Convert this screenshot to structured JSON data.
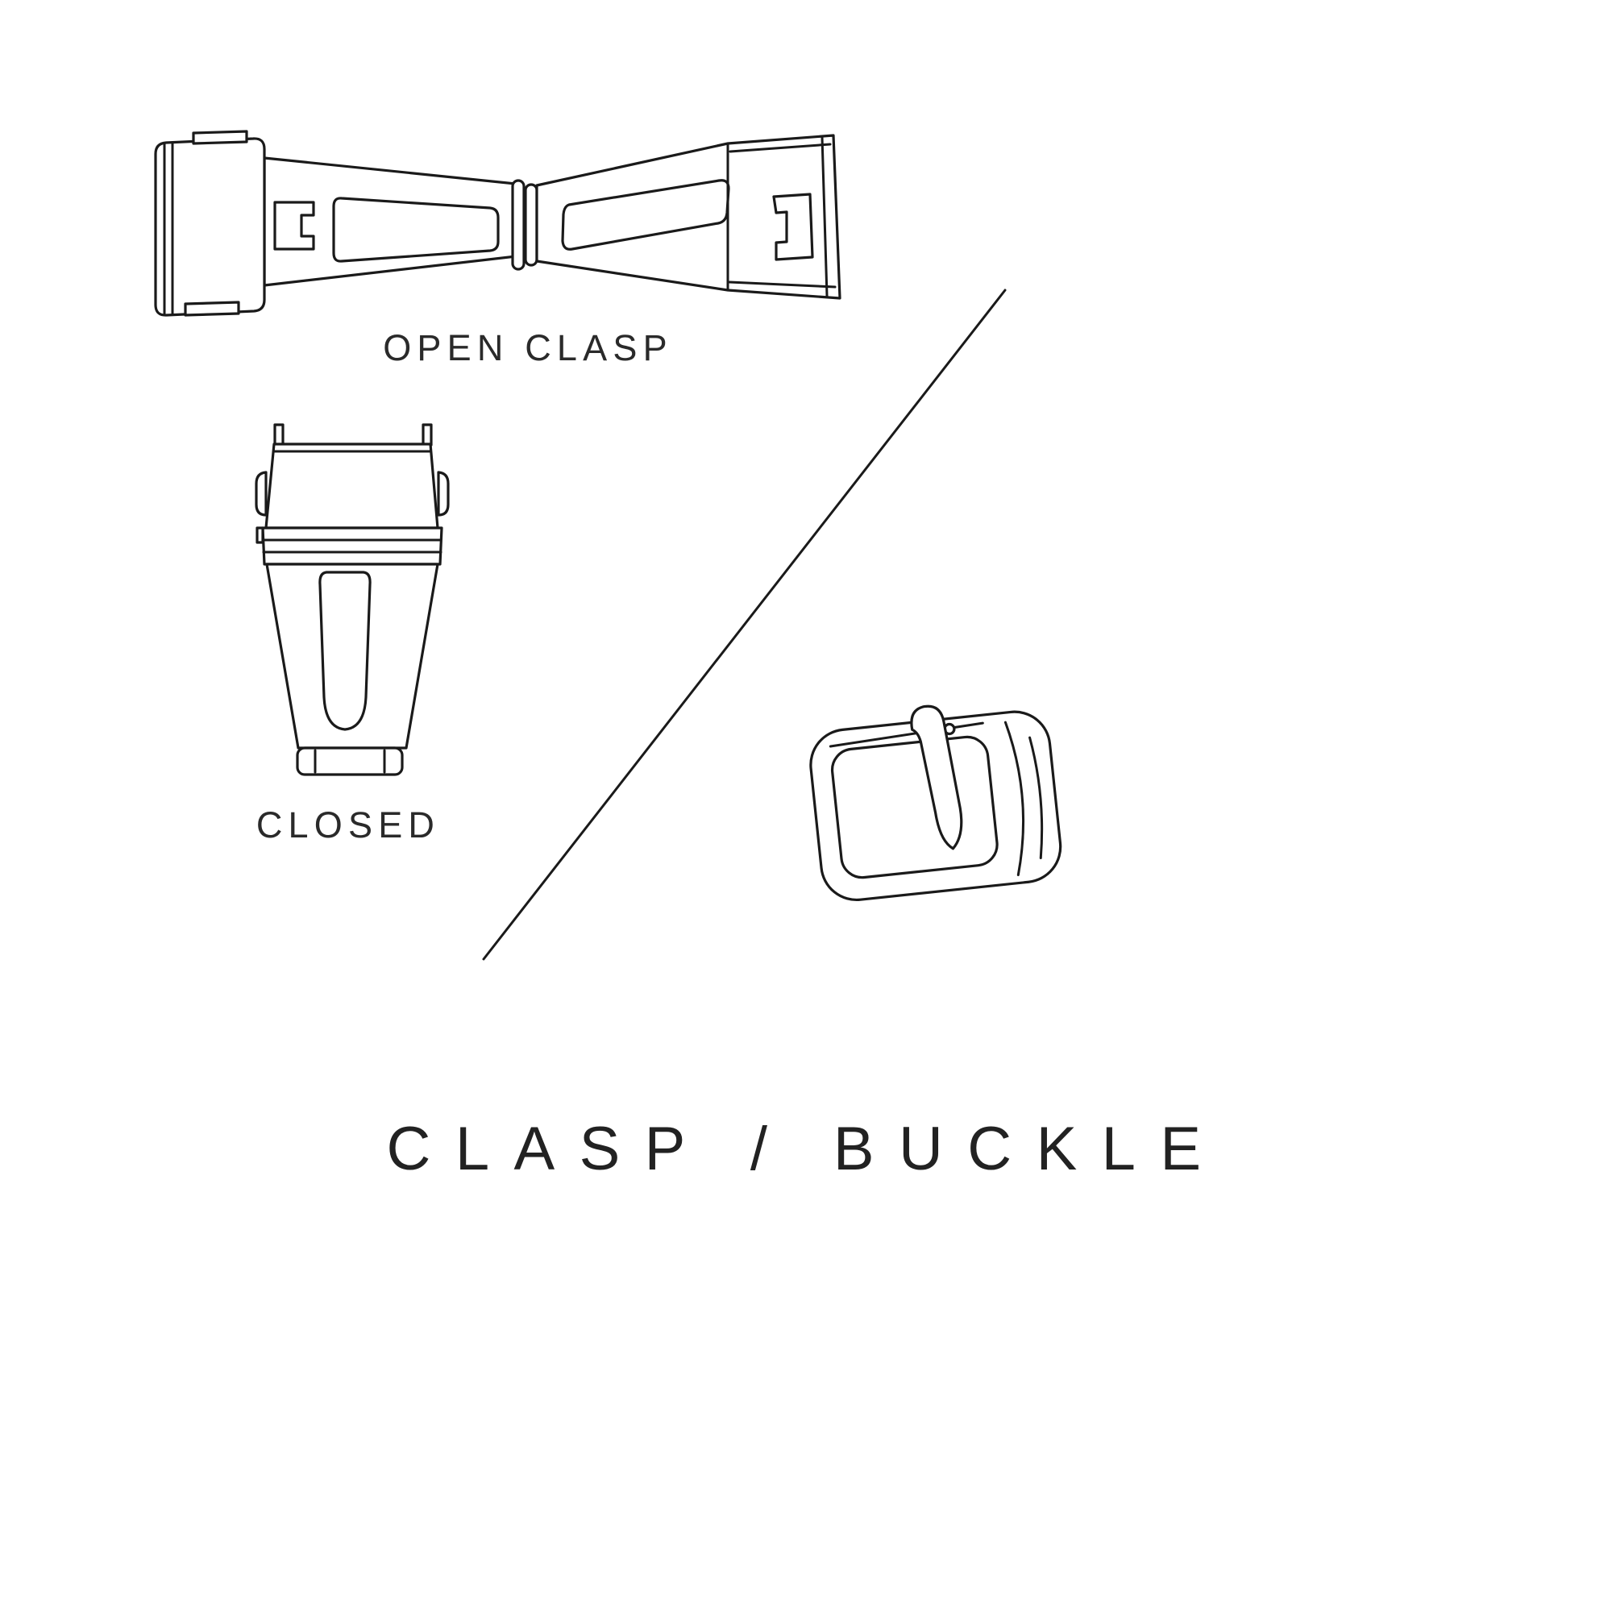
{
  "canvas": {
    "background": "#ffffff",
    "ink": "#1a1a1a"
  },
  "labels": {
    "open_clasp": "OPEN CLASP",
    "closed": "CLOSED"
  },
  "title": "CLASP / BUCKLE"
}
